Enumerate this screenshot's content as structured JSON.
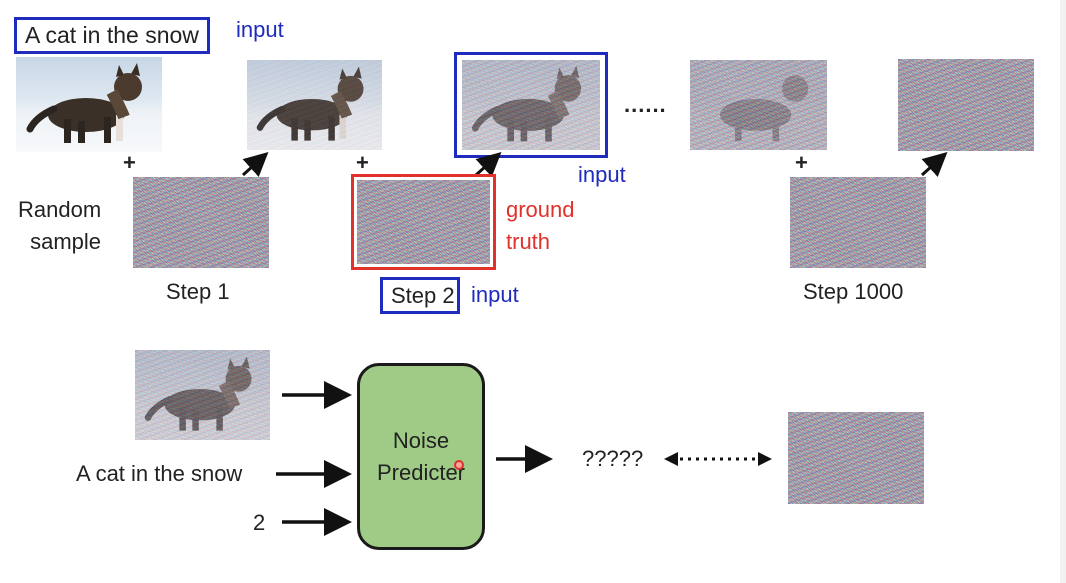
{
  "labels": {
    "prompt_top": "A cat in the snow",
    "input_1": "input",
    "input_2": "input",
    "input_3": "input",
    "random_sample_line1": "Random",
    "random_sample_line2": "sample",
    "step1": "Step 1",
    "step2": "Step 2",
    "step1000": "Step 1000",
    "ground_truth_line1": "ground",
    "ground_truth_line2": "truth",
    "ellipsis": "......",
    "plus": "+",
    "prompt_bottom": "A cat in the snow",
    "step_number": "2",
    "noise_predicter_line1": "Noise",
    "noise_predicter_line2": "Predicter",
    "output_unknown": "?????"
  },
  "colors": {
    "blue": "#1f2bbd",
    "red": "#e0312a",
    "predicter_fill": "#9fcb86",
    "predicter_border": "#1a1a1a"
  }
}
